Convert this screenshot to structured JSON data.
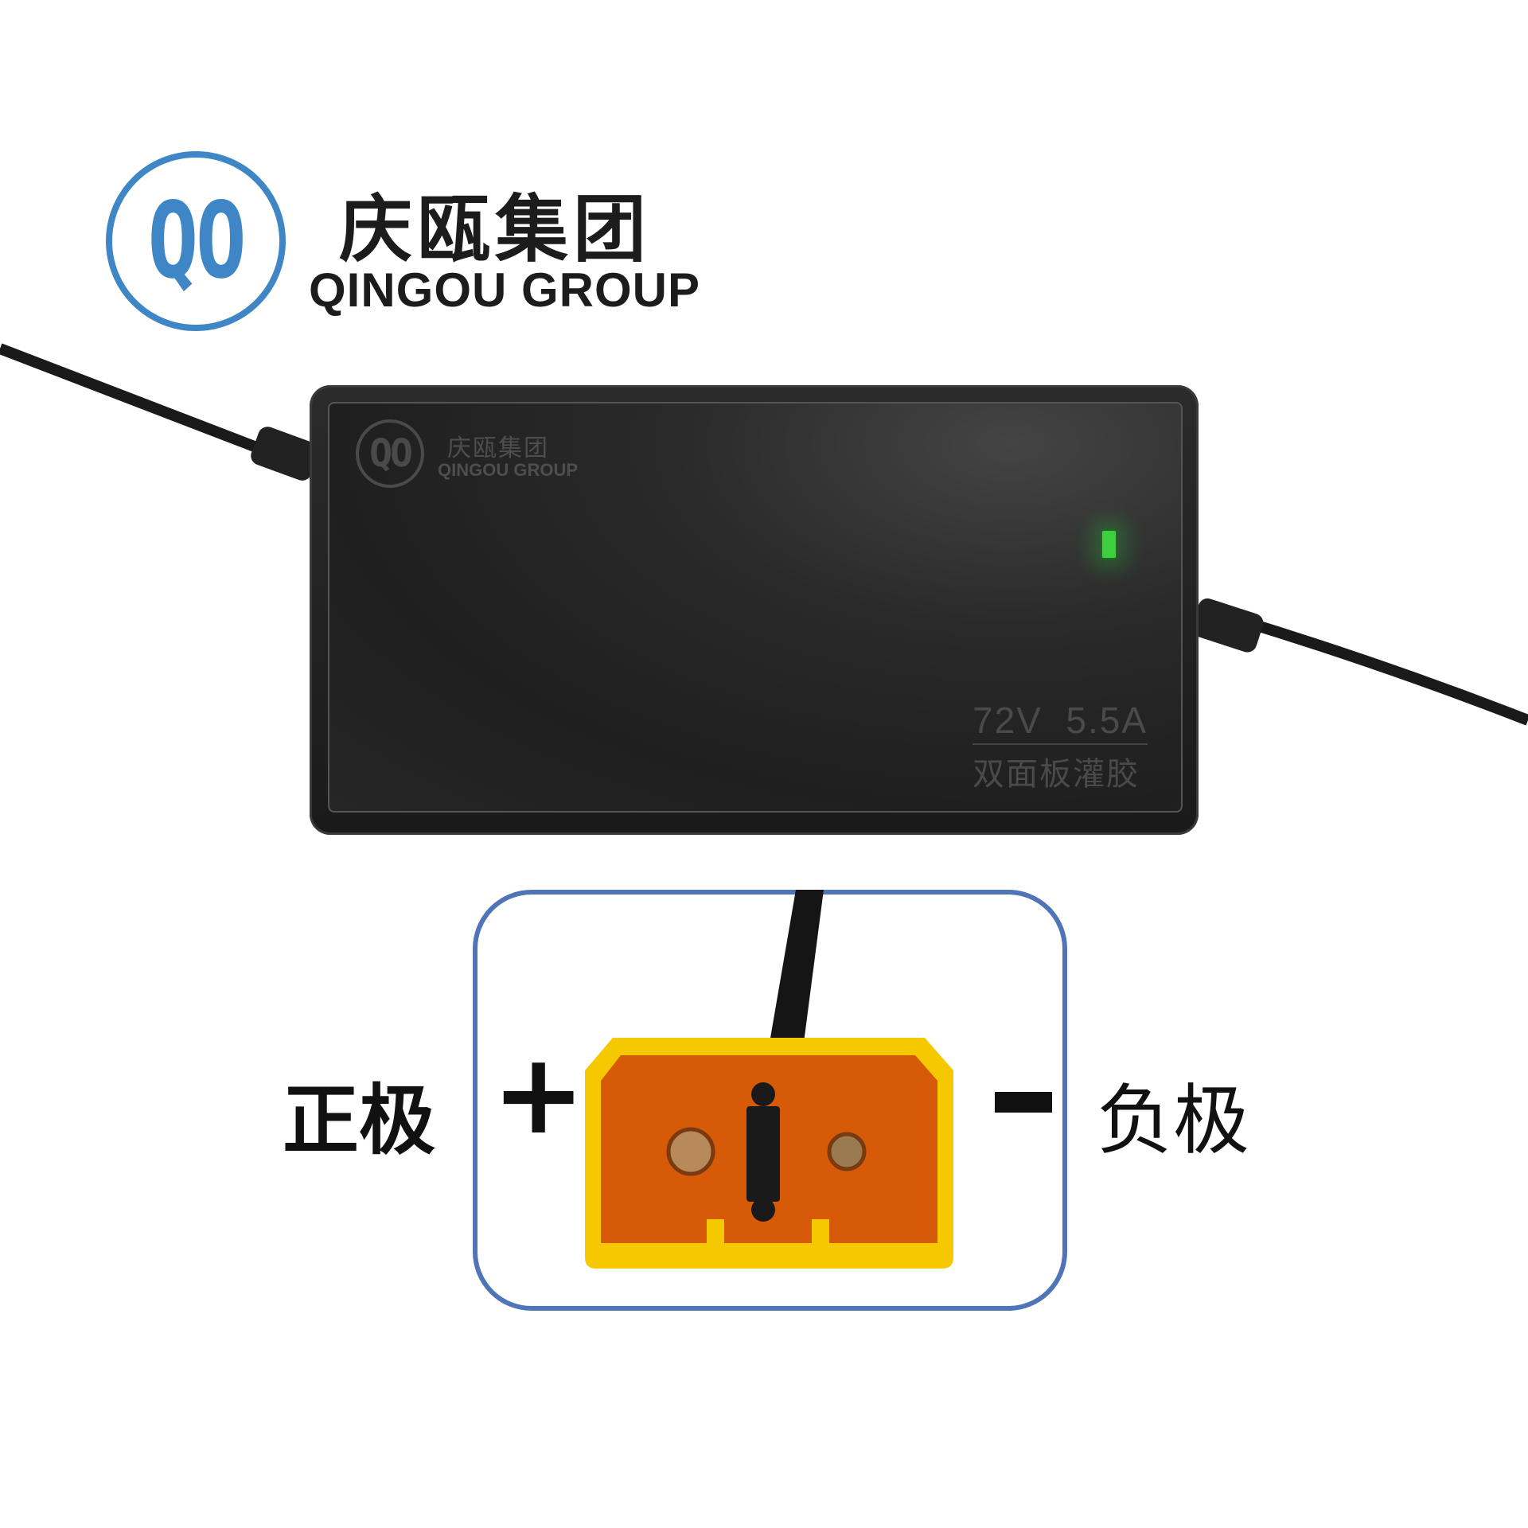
{
  "logo": {
    "mark": "QO",
    "name_cn": "庆瓯集团",
    "name_en": "QINGOU GROUP"
  },
  "charger": {
    "print_logo_mark": "QO",
    "print_name_cn": "庆瓯集团",
    "print_name_en": "QINGOU GROUP",
    "rating": "72V  5.5A",
    "process": "双面板灌胶",
    "led_color": "#3ecf3e"
  },
  "connector": {
    "positive_label": "正极",
    "positive_symbol": "+",
    "negative_label": "负极",
    "negative_symbol": "−",
    "body_color": "#f5c800",
    "insert_color": "#d75a08"
  },
  "colors": {
    "brand_blue": "#3f86c6",
    "frame_blue": "#4f74b8"
  }
}
